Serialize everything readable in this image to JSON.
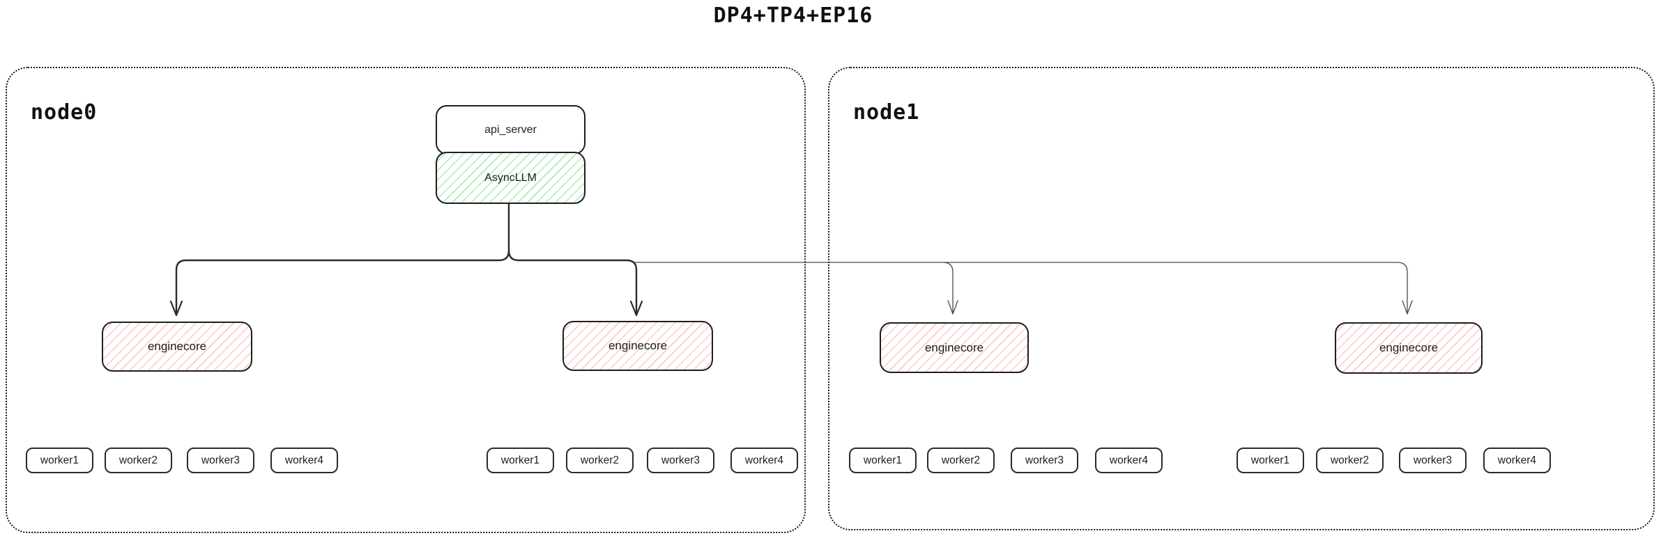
{
  "title": "DP4+TP4+EP16",
  "colors": {
    "green_hatch": "#a9ecb5",
    "red_hatch": "#ffc9c9",
    "box_border": "#1e1e1e",
    "node_border": "#151515"
  },
  "node0": {
    "label": "node0",
    "api_server_label": "api_server",
    "async_llm_label": "AsyncLLM",
    "enginecores": [
      {
        "label": "enginecore",
        "workers": [
          "worker1",
          "worker2",
          "worker3",
          "worker4"
        ]
      },
      {
        "label": "enginecore",
        "workers": [
          "worker1",
          "worker2",
          "worker3",
          "worker4"
        ]
      }
    ]
  },
  "node1": {
    "label": "node1",
    "enginecores": [
      {
        "label": "enginecore",
        "workers": [
          "worker1",
          "worker2",
          "worker3",
          "worker4"
        ]
      },
      {
        "label": "enginecore",
        "workers": [
          "worker1",
          "worker2",
          "worker3",
          "worker4"
        ]
      }
    ]
  }
}
